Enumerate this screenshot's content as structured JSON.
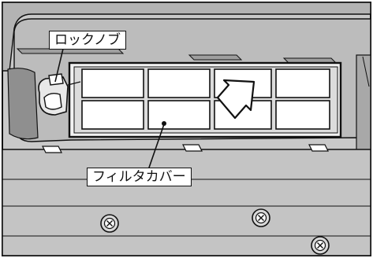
{
  "illustration": {
    "subject": "air-conditioner-filter-cover",
    "colors": {
      "panel": "#bdbdbd",
      "panel_light": "#d6d6d6",
      "panel_dark": "#9e9e9e",
      "outline": "#111111",
      "filter_cell": "#ffffff",
      "arrow_fill": "#ffffff"
    },
    "callouts": {
      "lock_knob": "ロックノブ",
      "filter_cover": "フィルタカバー"
    },
    "screws": 3,
    "filter_grid": {
      "rows": 2,
      "columns": 4
    },
    "arrow_icon": "outline-arrow-up-right-icon"
  }
}
